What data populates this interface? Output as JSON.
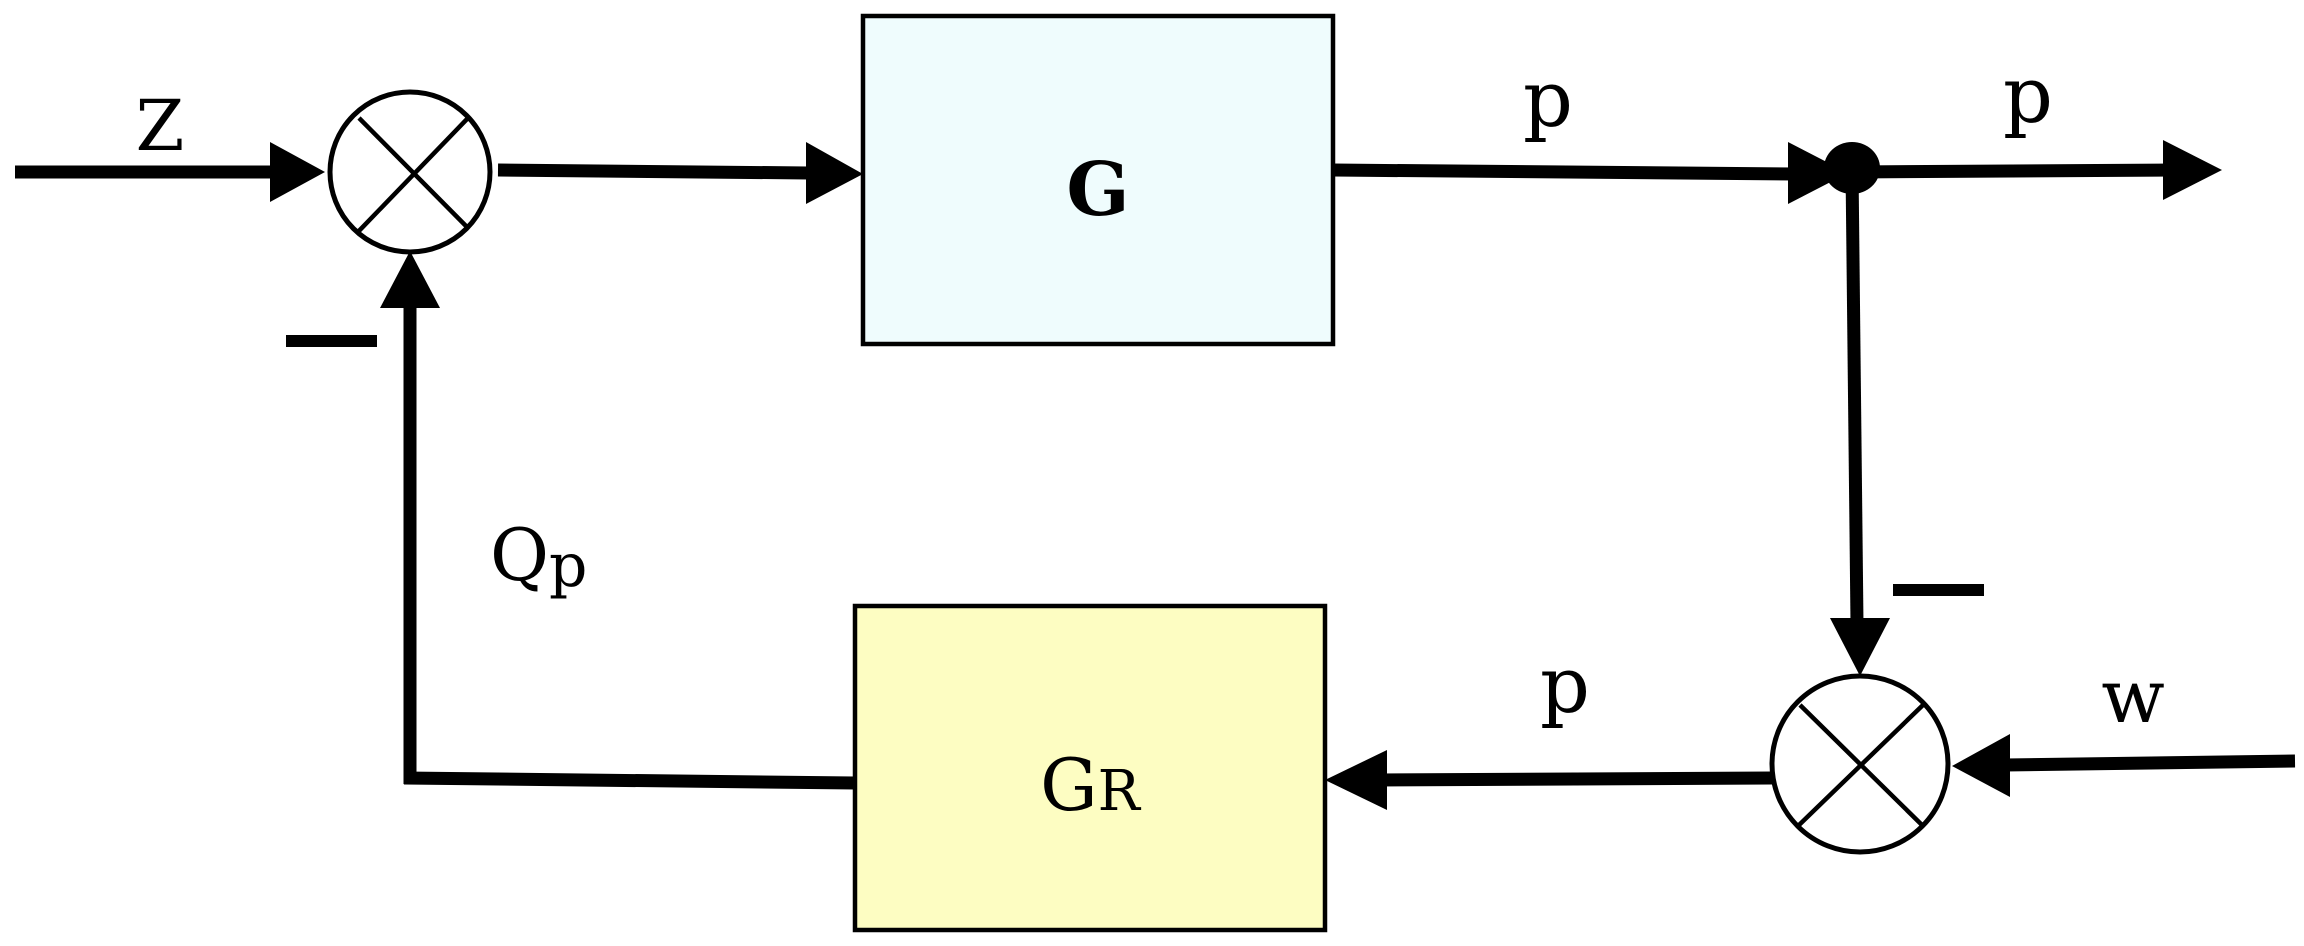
{
  "colors": {
    "block_g_fill": "#effcfd",
    "block_gr_fill": "#fdfdc2",
    "line": "#000000",
    "background": "#ffffff"
  },
  "blocks": {
    "g": {
      "label": "G"
    },
    "gr": {
      "label_main": "G",
      "label_sub": "R"
    }
  },
  "signals": {
    "z": "Z",
    "p_after_g": "p",
    "p_output": "p",
    "p_to_gr": "p",
    "w": "w",
    "qp_main": "Q",
    "qp_sub": "p"
  },
  "signs": {
    "left_summer_feedback": "−",
    "right_summer_feedback": "−"
  }
}
